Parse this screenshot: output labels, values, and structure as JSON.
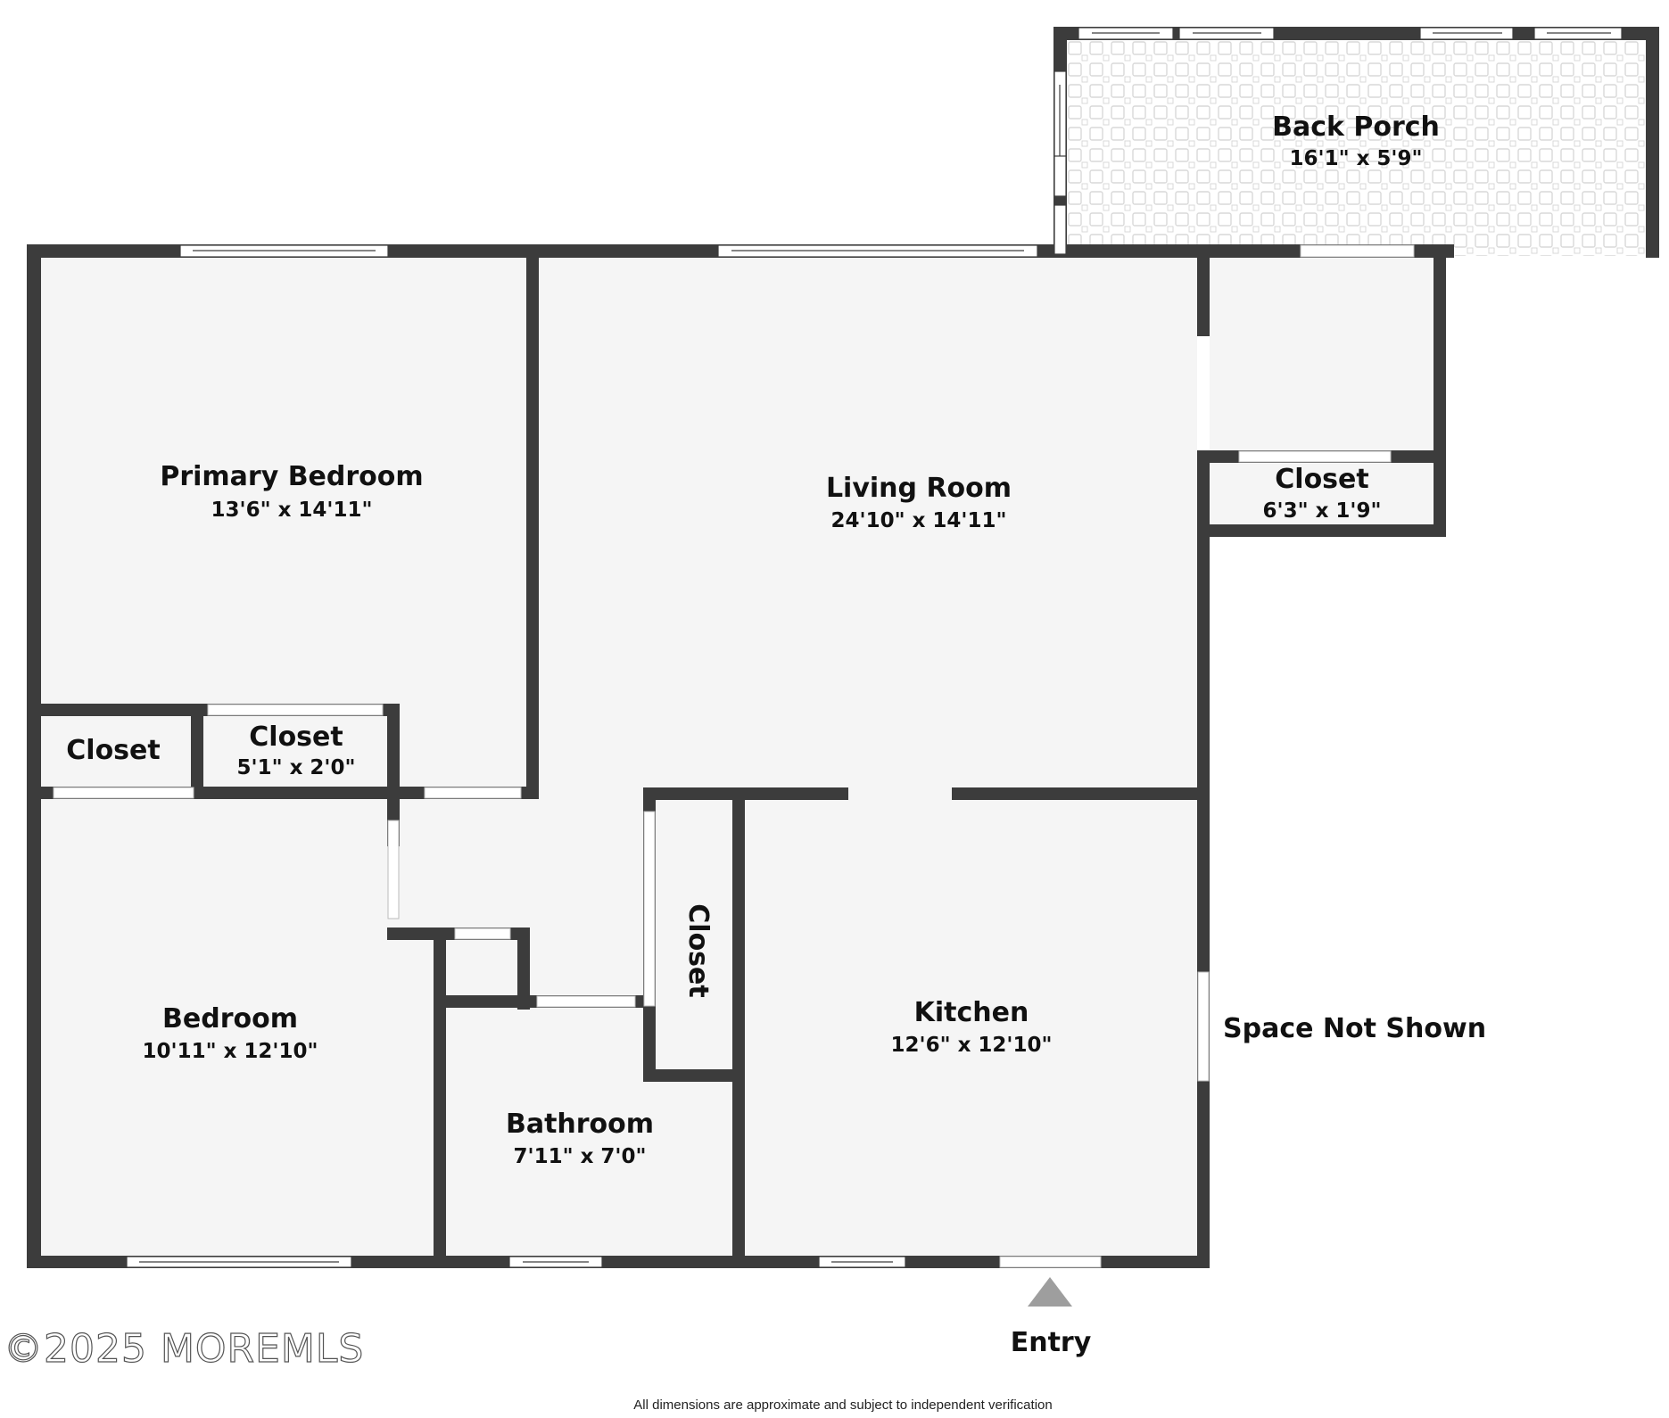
{
  "floorplan": {
    "rooms": [
      {
        "name": "Back Porch",
        "dimensions": "16'1\" x 5'9\""
      },
      {
        "name": "Primary Bedroom",
        "dimensions": "13'6\" x 14'11\""
      },
      {
        "name": "Living Room",
        "dimensions": "24'10\" x 14'11\""
      },
      {
        "name": "Closet",
        "dimensions": "6'3\" x 1'9\""
      },
      {
        "name": "Closet",
        "dimensions": ""
      },
      {
        "name": "Closet",
        "dimensions": "5'1\" x 2'0\""
      },
      {
        "name": "Closet",
        "dimensions": ""
      },
      {
        "name": "Bedroom",
        "dimensions": "10'11\" x 12'10\""
      },
      {
        "name": "Bathroom",
        "dimensions": "7'11\" x 7'0\""
      },
      {
        "name": "Kitchen",
        "dimensions": "12'6\" x 12'10\""
      }
    ],
    "annotations": {
      "space_not_shown": "Space Not Shown",
      "entry": "Entry"
    },
    "colors": {
      "wall": "#3c3c3c",
      "floor": "#f5f5f5",
      "porch_tile": "#d9d9d9",
      "entry_arrow": "#9e9e9e"
    }
  },
  "footer": {
    "copyright": "©2025 MOREMLS",
    "disclaimer": "All dimensions are approximate and subject to independent verification"
  }
}
